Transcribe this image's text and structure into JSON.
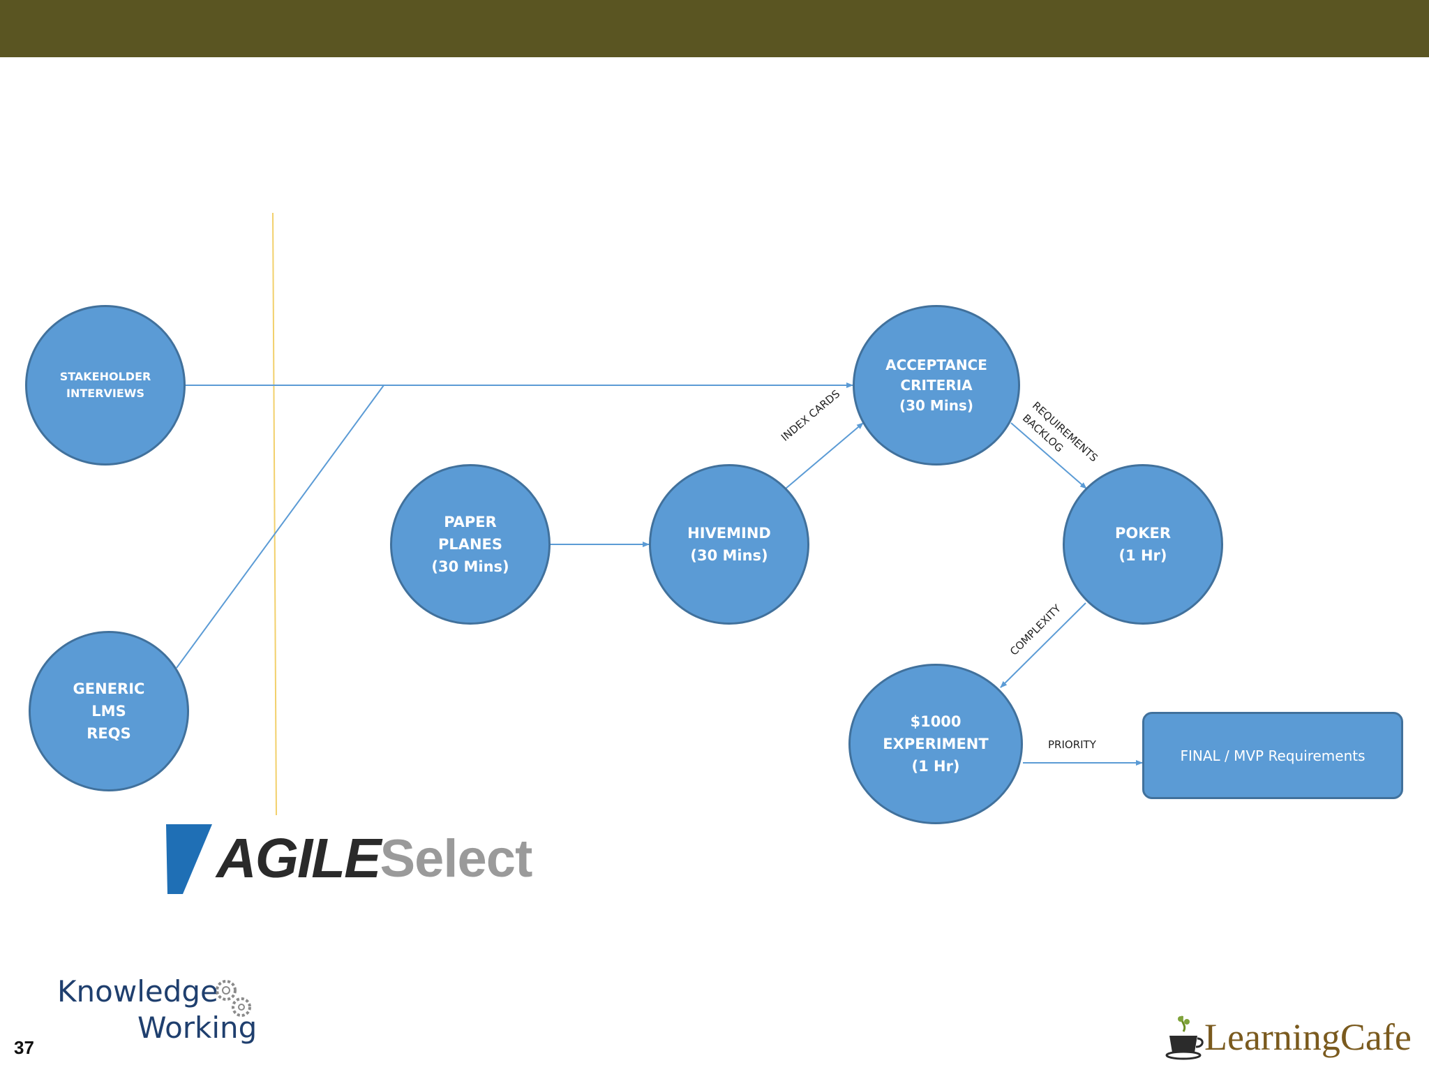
{
  "header": {
    "bar_color": "#5a5522"
  },
  "diagram": {
    "nodes": {
      "stakeholder": {
        "lines": [
          "STAKEHOLDER",
          "INTERVIEWS"
        ]
      },
      "generic": {
        "lines": [
          "GENERIC",
          "LMS",
          "REQS"
        ]
      },
      "paper_planes": {
        "lines": [
          "PAPER",
          "PLANES",
          "(30 Mins)"
        ]
      },
      "hivemind": {
        "lines": [
          "HIVEMIND",
          "(30 Mins)"
        ]
      },
      "acceptance": {
        "lines": [
          "ACCEPTANCE",
          "CRITERIA",
          "(30 Mins)"
        ]
      },
      "poker": {
        "lines": [
          "POKER",
          "(1 Hr)"
        ]
      },
      "experiment": {
        "lines": [
          "$1000",
          "EXPERIMENT",
          "(1 Hr)"
        ]
      },
      "final": {
        "label": "FINAL / MVP Requirements"
      }
    },
    "edge_labels": {
      "index_cards": "INDEX CARDS",
      "requirements": "REQUIREMENTS",
      "backlog": "BACKLOG",
      "complexity": "COMPLEXITY",
      "priority": "PRIORITY"
    },
    "colors": {
      "node_fill": "#5b9bd5",
      "node_stroke": "#41719c",
      "edge": "#5b9bd5",
      "divider": "#f2d06b"
    }
  },
  "logos": {
    "agile_part1": "AGILE",
    "agile_part2": "Select",
    "knowledge_line1": "Knowledge",
    "knowledge_line2": "Working",
    "learning_cafe": "LearningCafe"
  },
  "footer": {
    "page_number": "37"
  }
}
